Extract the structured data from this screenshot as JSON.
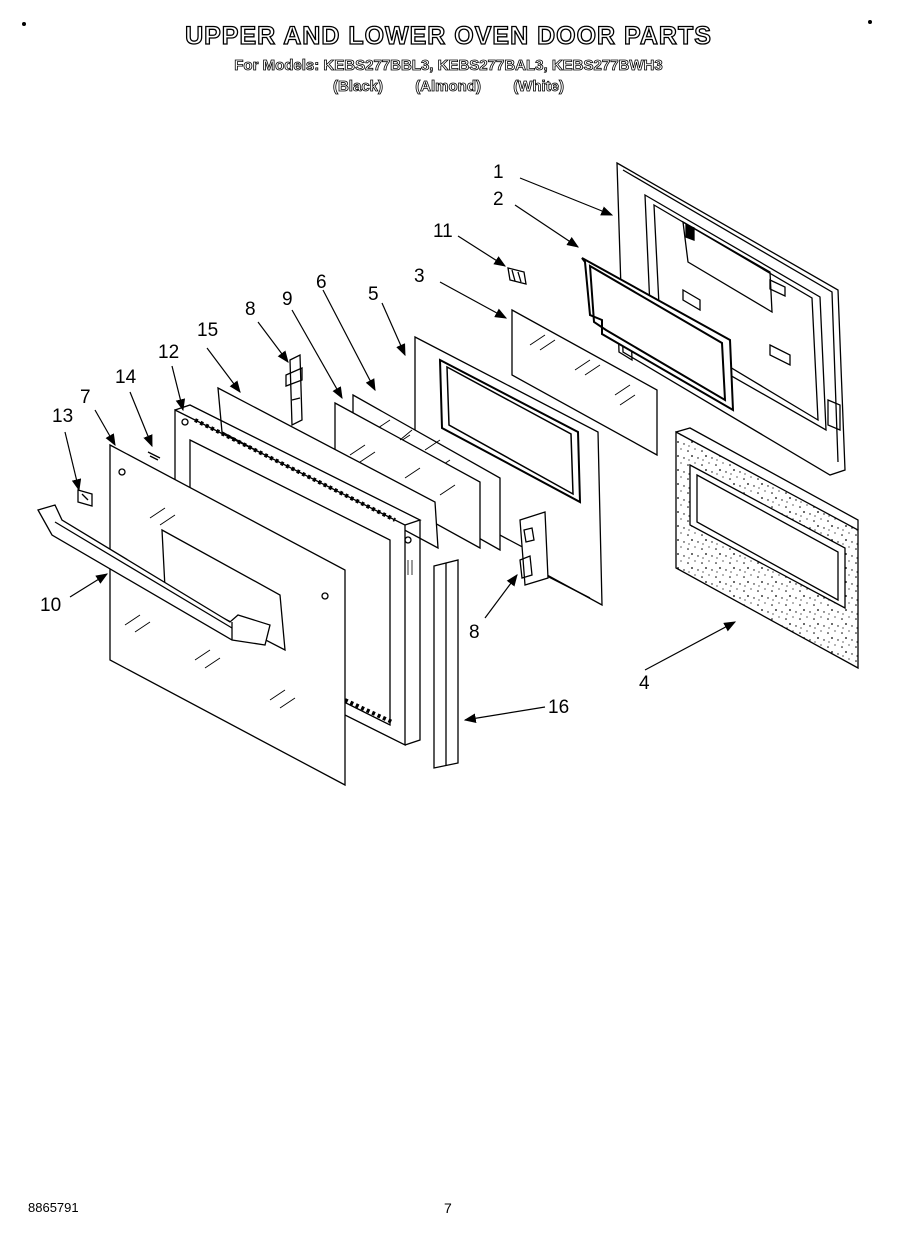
{
  "title": "UPPER AND LOWER OVEN DOOR PARTS",
  "models_line": "For Models: KEBS277BBL3, KEBS277BAL3, KEBS277BWH3",
  "finishes": [
    "(Black)",
    "(Almond)",
    "(White)"
  ],
  "callouts": {
    "c1": "1",
    "c2": "2",
    "c3": "3",
    "c4": "4",
    "c5": "5",
    "c6": "6",
    "c7": "7",
    "c8a": "8",
    "c8b": "8",
    "c9": "9",
    "c10": "10",
    "c11": "11",
    "c12": "12",
    "c13": "13",
    "c14": "14",
    "c15": "15",
    "c16": "16"
  },
  "footer": {
    "doc_number": "8865791",
    "page": "7"
  }
}
